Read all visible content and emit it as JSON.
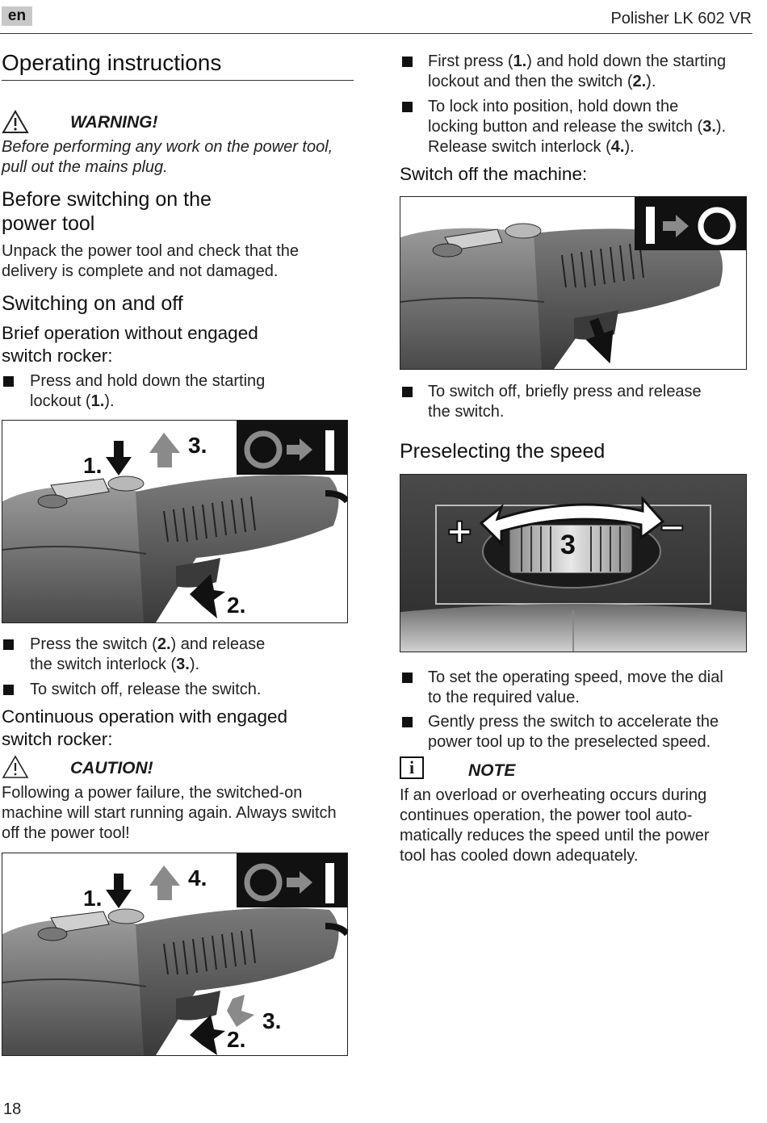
{
  "header": {
    "lang": "en",
    "doc_title": "Polisher LK 602 VR"
  },
  "left": {
    "heading": "Operating instructions",
    "warning": {
      "label": "WARNING!",
      "line1": "Before performing any work on the power tool,",
      "line2": "pull out the mains plug."
    },
    "before_heading_1": "Before switching on the",
    "before_heading_2": "power tool",
    "before_text_1": "Unpack the power tool and check that the",
    "before_text_2": "delivery is complete and not damaged.",
    "switching_heading": "Switching on and off",
    "brief_heading_1": "Brief operation without engaged",
    "brief_heading_2": "switch rocker:",
    "bullet1_line1": "Press and hold down the starting",
    "bullet1_line2_pre": "lockout (",
    "bullet1_num": "1.",
    "bullet1_line2_post": ").",
    "fig1": {
      "label1": "1.",
      "label2": "2.",
      "label3": "3."
    },
    "bullet2_line1_pre": "Press the switch (",
    "bullet2_num1": "2.",
    "bullet2_line1_post": ") and release",
    "bullet2_line2_pre": "the switch interlock (",
    "bullet2_num2": "3.",
    "bullet2_line2_post": ").",
    "bullet3": "To switch off, release the switch.",
    "continuous_heading_1": "Continuous operation with engaged",
    "continuous_heading_2": "switch rocker:",
    "caution": {
      "label": "CAUTION!",
      "line1": "Following a power failure, the switched-on",
      "line2": "machine will start running again. Always switch",
      "line3": "off the power tool!"
    },
    "fig2": {
      "label1": "1.",
      "label2": "2.",
      "label3": "3.",
      "label4": "4."
    }
  },
  "right": {
    "b1_l1_pre": "First press (",
    "b1_n1": "1.",
    "b1_l1_post": ") and hold down the starting",
    "b1_l2_pre": "lockout and then the switch (",
    "b1_n2": "2.",
    "b1_l2_post": ").",
    "b2_l1": "To lock into position, hold down the",
    "b2_l2_pre": "locking button and release the switch (",
    "b2_n1": "3.",
    "b2_l2_post": ").",
    "b2_l3_pre": "Release switch interlock (",
    "b2_n2": "4.",
    "b2_l3_post": ").",
    "switch_off_heading": "Switch off the machine:",
    "b3_l1": "To switch off, briefly press and release",
    "b3_l2": "the switch.",
    "preselect_heading": "Preselecting the speed",
    "dial": {
      "plus": "+",
      "minus": "–",
      "value": "3"
    },
    "b4_l1": "To set the operating speed, move the dial",
    "b4_l2": "to the required value.",
    "b5_l1": "Gently press the switch to accelerate the",
    "b5_l2": "power tool up to the preselected speed.",
    "note": {
      "label": "NOTE",
      "line1": "If an overload or overheating occurs during",
      "line2": "continues operation, the power tool auto-",
      "line3": "matically reduces the speed until the power",
      "line4": "tool has cooled down adequately."
    }
  },
  "footer": {
    "page_number": "18"
  }
}
